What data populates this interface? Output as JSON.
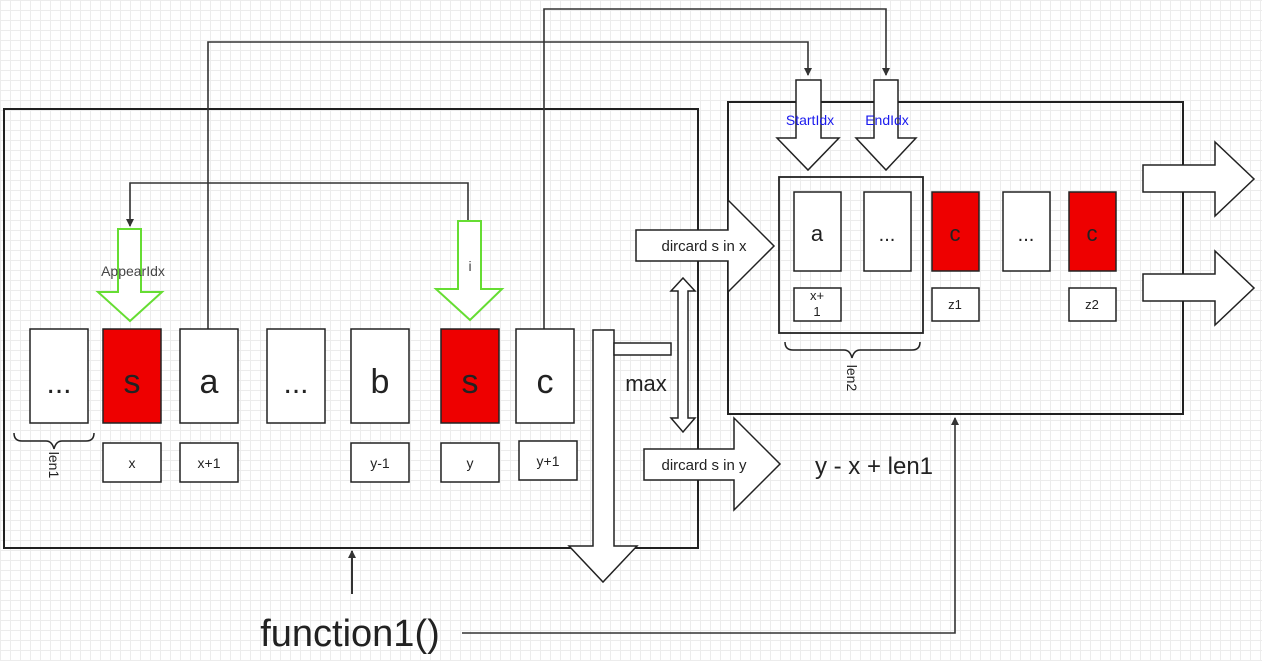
{
  "colors": {
    "stroke": "#222222",
    "highlight": "#ee0000",
    "pointer": "#66dd33",
    "index_label": "#1a1aee"
  },
  "left_block": {
    "cells": [
      {
        "id": "dots-a",
        "label": "...",
        "highlight": false
      },
      {
        "id": "s-first",
        "label": "s",
        "highlight": true
      },
      {
        "id": "a",
        "label": "a",
        "highlight": false
      },
      {
        "id": "dots-b",
        "label": "...",
        "highlight": false
      },
      {
        "id": "b",
        "label": "b",
        "highlight": false
      },
      {
        "id": "s-second",
        "label": "s",
        "highlight": true
      },
      {
        "id": "c",
        "label": "c",
        "highlight": false
      }
    ],
    "index_labels": [
      "x",
      "x+1",
      "y-1",
      "y",
      "y+1"
    ],
    "brace_label": "len1",
    "pointer_appear": "AppearIdx",
    "pointer_i": "i"
  },
  "middle": {
    "max_label": "max",
    "discard_x": "dircard s in x",
    "discard_y": "dircard s in y",
    "formula": "y - x + len1"
  },
  "right_block": {
    "start_label": "StartIdx",
    "end_label": "EndIdx",
    "cells": [
      {
        "id": "a",
        "label": "a",
        "highlight": false
      },
      {
        "id": "dots-a",
        "label": "...",
        "highlight": false
      },
      {
        "id": "c-first",
        "label": "c",
        "highlight": true
      },
      {
        "id": "dots-b",
        "label": "...",
        "highlight": false
      },
      {
        "id": "c-second",
        "label": "c",
        "highlight": true
      }
    ],
    "index_labels": [
      "x+\n1",
      "z1",
      "z2"
    ],
    "brace_label": "len2"
  },
  "function_label": "function1()"
}
